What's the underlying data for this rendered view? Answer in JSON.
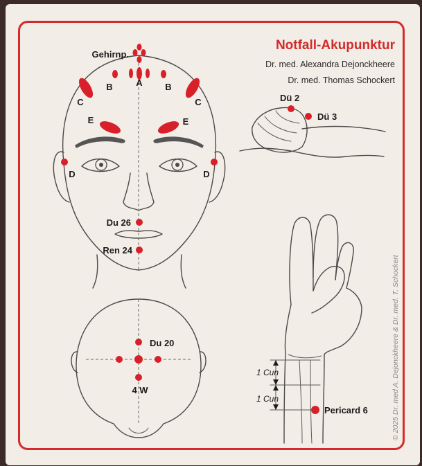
{
  "title": "Notfall-Akupunktur",
  "authors": [
    "Dr. med. Alexandra Dejonckheere",
    "Dr. med. Thomas Schockert"
  ],
  "copyright": "© 2025  Dr. med A. Dejonckheere & Dr. med. T. Schockert",
  "colors": {
    "accent": "#d32a2a",
    "point": "#d8202a",
    "paper": "#f2ede6"
  },
  "face_labels": {
    "gehirnp": "Gehirnp.",
    "a": "A",
    "b_left": "B",
    "b_right": "B",
    "c_left": "C",
    "c_right": "C",
    "e_left": "E",
    "e_right": "E",
    "d_left": "D",
    "d_right": "D",
    "du26": "Du 26",
    "ren24": "Ren 24"
  },
  "head_labels": {
    "du20": "Du 20",
    "w4": "4 W"
  },
  "finger_labels": {
    "du2": "Dü 2",
    "du3": "Dü 3"
  },
  "arm_labels": {
    "cun1": "1 Cun",
    "cun2": "1 Cun",
    "pericard6": "Pericard 6"
  }
}
